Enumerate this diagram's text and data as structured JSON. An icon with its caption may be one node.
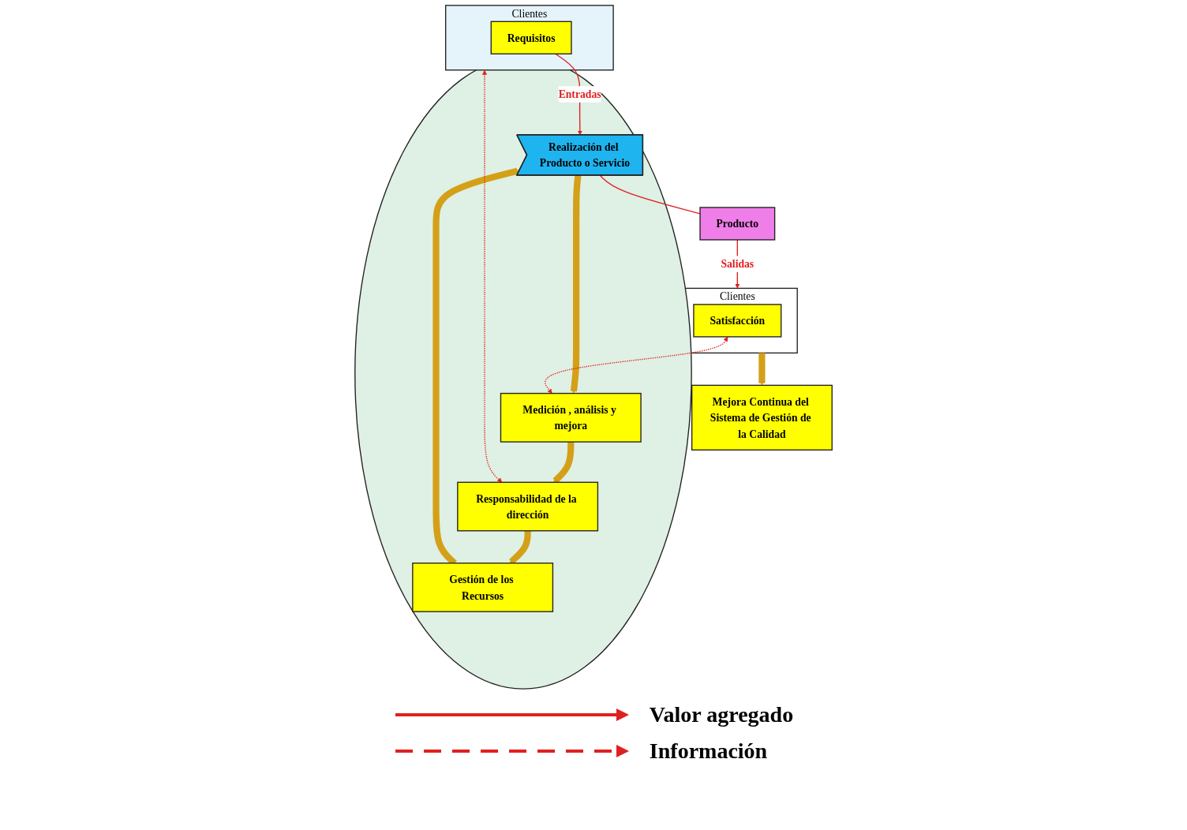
{
  "diagram": {
    "nodes": [
      {
        "text": [
          "Mejora Continua del Sistema de Gestión de la Calidad"
        ]
      },
      {
        "text": [
          "Clientes"
        ]
      },
      {
        "text": [
          "Requisitos"
        ],
        "in": 1
      },
      {
        "text": [],
        "shape": "circle"
      },
      {
        "text": [
          "Responsabilidad de la dirección"
        ],
        "in": 3
      },
      {
        "text": [
          "Gestión de los Recursos"
        ],
        "in": 3
      },
      {
        "text": [
          "Medición , análisis y mejora"
        ],
        "in": 3
      },
      {
        "text": [
          "Realización del Producto o Servicio"
        ],
        "in": 3
      },
      {
        "text": [
          "Producto"
        ]
      },
      {
        "text": [
          "Clientes"
        ]
      },
      {
        "text": [
          "Satisfacción"
        ],
        "in": 9
      }
    ],
    "edges": [
      {
        "from": 1,
        "to": 4,
        "arrow": "both",
        "style": "dashed"
      },
      {
        "from": 4,
        "to": 5,
        "arrow": "to",
        "style": "thick",
        "color": "#d4a017"
      },
      {
        "from": 5,
        "to": 7,
        "arrow": "to",
        "style": "thick",
        "color": "#d4a017"
      },
      {
        "from": 7,
        "to": 6,
        "arrow": "to",
        "style": "thick",
        "color": "#d4a017"
      },
      {
        "from": 6,
        "to": 4,
        "arrow": "to",
        "style": "thick",
        "color": "#d4a017"
      },
      {
        "from": 10,
        "to": 6,
        "arrow": "both",
        "style": "dashed"
      },
      {
        "from": 2,
        "to": 7,
        "arrow": "to",
        "label": "Entradas"
      },
      {
        "from": 7,
        "to": 8,
        "arrow": "none"
      },
      {
        "from": 8,
        "to": 9,
        "arrow": "to",
        "label": "Salidas"
      },
      {
        "from": 9,
        "to": 0,
        "arrow": "to",
        "style": "thick",
        "color": "#d4a017"
      }
    ],
    "legend": [
      {
        "text": "Valor agregado"
      },
      {
        "text": "Información"
      }
    ]
  }
}
